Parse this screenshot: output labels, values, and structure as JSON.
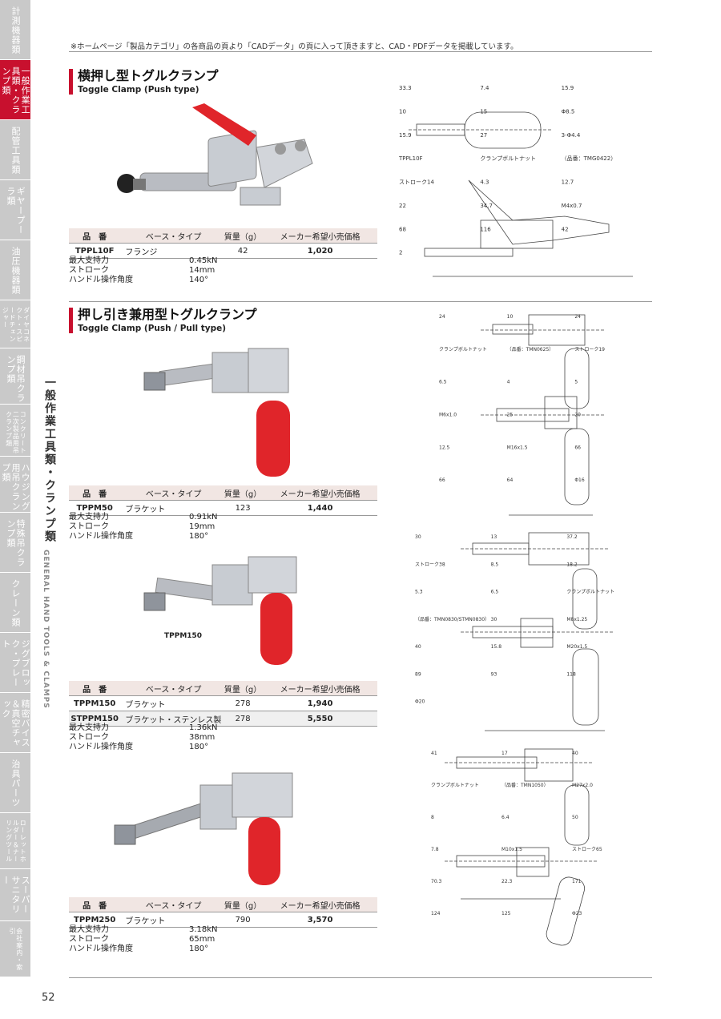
{
  "tabs": [
    {
      "label": "計測機器類",
      "active": false,
      "small": false
    },
    {
      "label": "一般作業工具類・クランプ類",
      "active": true,
      "small": false
    },
    {
      "label": "配管工具類",
      "active": false,
      "small": false
    },
    {
      "label": "ギヤープーラ類",
      "active": false,
      "small": false
    },
    {
      "label": "油圧機器類",
      "active": false,
      "small": false
    },
    {
      "label": "ダイヤコネクト・スピードチェンジャー",
      "active": false,
      "small": true
    },
    {
      "label": "鋼材吊クランプ類",
      "active": false,
      "small": false
    },
    {
      "label": "コンクリート二次製品用吊クランプ類",
      "active": false,
      "small": true
    },
    {
      "label": "ハウジング用吊クランプ類",
      "active": false,
      "small": false
    },
    {
      "label": "特殊吊クランプ類",
      "active": false,
      "small": false
    },
    {
      "label": "クレーン類",
      "active": false,
      "small": false
    },
    {
      "label": "ジグブロック・プレート",
      "active": false,
      "small": false
    },
    {
      "label": "精密バイス＆真空チャック",
      "active": false,
      "small": false
    },
    {
      "label": "治具パーツ",
      "active": false,
      "small": false
    },
    {
      "label": "ローレットホルダー＆ナーリングツール",
      "active": false,
      "small": true
    },
    {
      "label": "スーパーサニタリー",
      "active": false,
      "small": false
    },
    {
      "label": "会社案内・索引",
      "active": false,
      "small": true
    }
  ],
  "chapter": {
    "ja": "一般作業工具類・クランプ類",
    "en": "GENERAL HAND TOOLS & CLAMPS"
  },
  "page_number": "52",
  "top_note": "※ホームページ「製品カテゴリ」の各商品の頁より「CADデータ」の頁に入って頂きますと、CAD・PDFデータを掲載しています。",
  "table_headers": [
    "品　番",
    "ベース・タイプ",
    "質量（g）",
    "メーカー希望小売価格"
  ],
  "spec_labels": [
    "最大支持力",
    "ストローク",
    "ハンドル操作角度"
  ],
  "sections": [
    {
      "title_ja": "横押し型トグルクランプ",
      "title_en": "Toggle Clamp (Push type)",
      "products": [
        {
          "rows": [
            {
              "code": "TPPL10F",
              "base": "フランジ",
              "mass": "42",
              "price": "1,020"
            }
          ],
          "specs": [
            "0.45kN",
            "14mm",
            "140°"
          ],
          "drawing": {
            "labels": [
              "33.3",
              "7.4",
              "15.9",
              "10",
              "15",
              "Φ8.5",
              "15.9",
              "27",
              "3-Φ4.4",
              "TPPL10F",
              "クランプボルトナット",
              "（品番：TMG0422）",
              "ストローク14",
              "4.3",
              "12.7",
              "22",
              "34.7",
              "M4x0.7",
              "68",
              "116",
              "42",
              "2"
            ]
          }
        }
      ]
    },
    {
      "title_ja": "押し引き兼用型トグルクランプ",
      "title_en": "Toggle Clamp (Push / Pull type)",
      "products": [
        {
          "rows": [
            {
              "code": "TPPM50",
              "base": "ブラケット",
              "mass": "123",
              "price": "1,440"
            }
          ],
          "specs": [
            "0.91kN",
            "19mm",
            "180°"
          ],
          "drawing": {
            "labels": [
              "24",
              "10",
              "24",
              "クランプボルトナット",
              "（品番：TMN0625）",
              "ストローク19",
              "6.5",
              "4",
              "5",
              "M6x1.0",
              "25",
              "20",
              "12.5",
              "M16x1.5",
              "66",
              "66",
              "64",
              "Φ16"
            ]
          }
        },
        {
          "photo_label": "TPPM150",
          "rows": [
            {
              "code": "TPPM150",
              "base": "ブラケット",
              "mass": "278",
              "price": "1,940"
            },
            {
              "code": "STPPM150",
              "base": "ブラケット・ステンレス製",
              "mass": "278",
              "price": "5,550"
            }
          ],
          "specs": [
            "1.36kN",
            "38mm",
            "180°"
          ],
          "drawing": {
            "labels": [
              "30",
              "13",
              "37.2",
              "ストローク38",
              "8.5",
              "18.2",
              "5.3",
              "6.5",
              "クランプボルトナット",
              "（品番：TMN0830/STMN0830）",
              "30",
              "M8x1.25",
              "40",
              "15.8",
              "M20x1.5",
              "89",
              "93",
              "118",
              "Φ20"
            ]
          }
        },
        {
          "rows": [
            {
              "code": "TPPM250",
              "base": "ブラケット",
              "mass": "790",
              "price": "3,570"
            }
          ],
          "specs": [
            "3.18kN",
            "65mm",
            "180°"
          ],
          "drawing": {
            "labels": [
              "41",
              "17",
              "40",
              "クランプボルトナット",
              "（品番：TMN1050）",
              "M27x2.0",
              "8",
              "6.4",
              "50",
              "7.8",
              "M10x1.5",
              "ストローク65",
              "70.3",
              "22.3",
              "171",
              "124",
              "125",
              "Φ23"
            ]
          }
        }
      ]
    }
  ],
  "colors": {
    "accent": "#c8102e",
    "tab": "#c9c9c9",
    "header_bg": "#f1e6e3",
    "handle": "#e0252a"
  }
}
